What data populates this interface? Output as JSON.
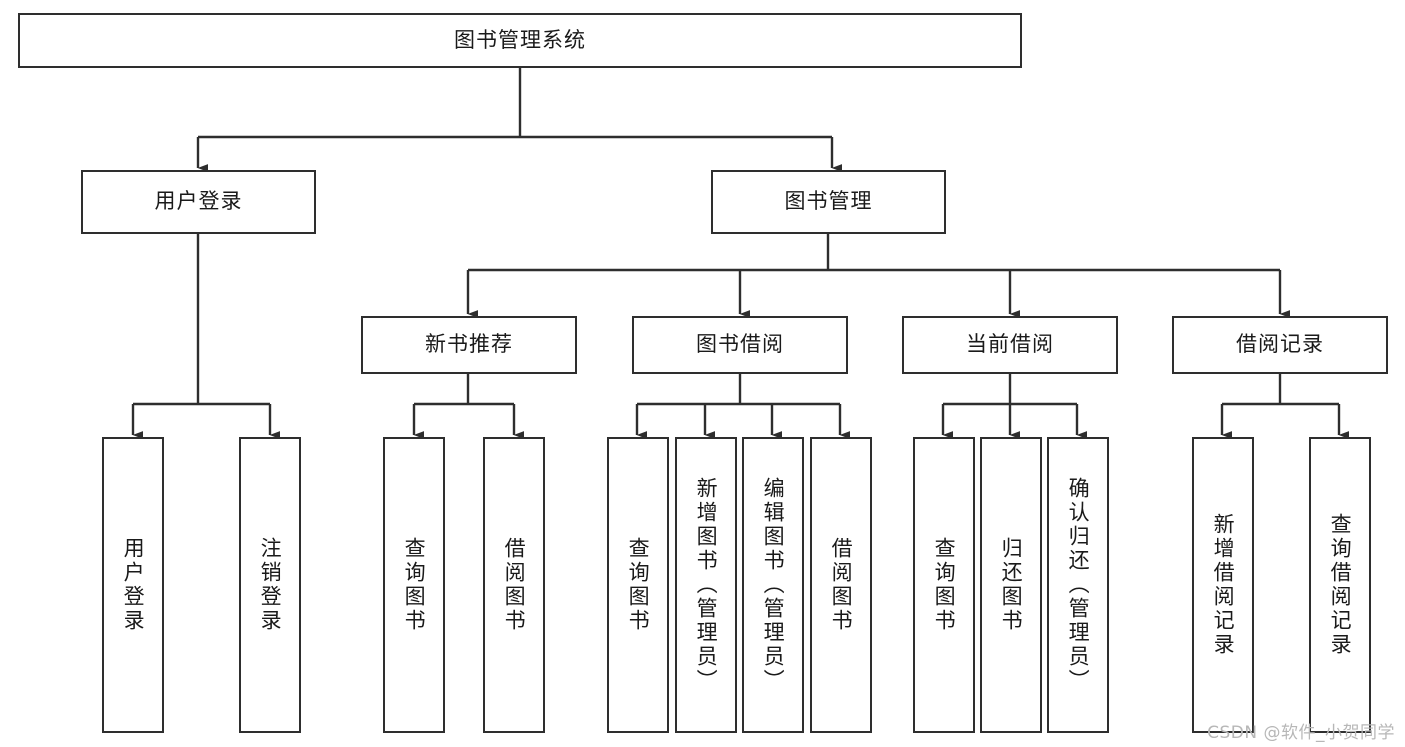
{
  "diagram": {
    "title": "图书管理系统",
    "type": "hierarchy-tree",
    "watermark": "CSDN @软件_小贺同学",
    "colors": {
      "background": "#ffffff",
      "box_border": "#2e2e2e",
      "line": "#2e2e2e",
      "text": "#1a1a1a",
      "watermark": "#b7b7b7"
    },
    "root": {
      "label": "图书管理系统"
    },
    "level2": [
      {
        "label": "用户登录"
      },
      {
        "label": "图书管理"
      }
    ],
    "level3": [
      {
        "label": "新书推荐"
      },
      {
        "label": "图书借阅"
      },
      {
        "label": "当前借阅"
      },
      {
        "label": "借阅记录"
      }
    ],
    "leaves": {
      "user_login": [
        {
          "label": "用户登录"
        },
        {
          "label": "注销登录"
        }
      ],
      "new_book_recommend": [
        {
          "label": "查询图书"
        },
        {
          "label": "借阅图书"
        }
      ],
      "book_borrow": [
        {
          "label": "查询图书"
        },
        {
          "label": "新增图书（管理员）"
        },
        {
          "label": "编辑图书（管理员）"
        },
        {
          "label": "借阅图书"
        }
      ],
      "current_borrow": [
        {
          "label": "查询图书"
        },
        {
          "label": "归还图书"
        },
        {
          "label": "确认归还（管理员）"
        }
      ],
      "borrow_record": [
        {
          "label": "新增借阅记录"
        },
        {
          "label": "查询借阅记录"
        }
      ]
    }
  }
}
